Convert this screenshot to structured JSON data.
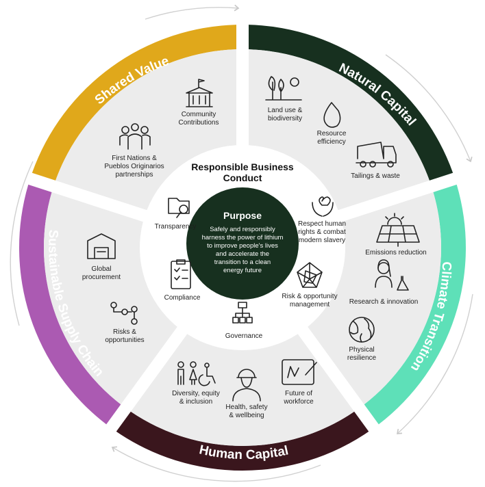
{
  "center": {
    "title": "Purpose",
    "text_lines": [
      "Safely and responsibly",
      "harness the power of lithium",
      "to improve people's lives",
      "and accelerate the",
      "transition to a clean",
      "energy future"
    ]
  },
  "inner_ring": {
    "title_lines": [
      "Responsible Business",
      "Conduct"
    ],
    "items": [
      {
        "label_lines": [
          "Transparency"
        ],
        "icon": "folder-search-icon"
      },
      {
        "label_lines": [
          "Respect human",
          "rights & combat",
          "modern slavery"
        ],
        "icon": "hands-heart-icon"
      },
      {
        "label_lines": [
          "Compliance"
        ],
        "icon": "checklist-icon"
      },
      {
        "label_lines": [
          "Risk & opportunity",
          "management"
        ],
        "icon": "radar-chart-icon"
      },
      {
        "label_lines": [
          "Governance"
        ],
        "icon": "org-chart-icon"
      }
    ]
  },
  "segments": [
    {
      "title": "Shared Value",
      "color": "#e0a81b",
      "text_color": "#ffffff",
      "items": [
        {
          "label_lines": [
            "Community",
            "Contributions"
          ],
          "icon": "building-flag-icon"
        },
        {
          "label_lines": [
            "First Nations &",
            "Pueblos Originarios",
            "partnerships"
          ],
          "icon": "people-group-icon"
        }
      ]
    },
    {
      "title": "Natural Capital",
      "color": "#17301f",
      "text_color": "#ffffff",
      "items": [
        {
          "label_lines": [
            "Land use &",
            "biodiversity"
          ],
          "icon": "trees-icon"
        },
        {
          "label_lines": [
            "Resource",
            "efficiency"
          ],
          "icon": "water-drop-icon"
        },
        {
          "label_lines": [
            "Tailings & waste"
          ],
          "icon": "dump-truck-icon"
        }
      ]
    },
    {
      "title": "Climate Transition",
      "color": "#5ee0b8",
      "text_color": "#ffffff",
      "items": [
        {
          "label_lines": [
            "Emissions reduction"
          ],
          "icon": "solar-panel-icon"
        },
        {
          "label_lines": [
            "Research & innovation"
          ],
          "icon": "scientist-icon"
        },
        {
          "label_lines": [
            "Physical",
            "resilience"
          ],
          "icon": "globe-icon"
        }
      ]
    },
    {
      "title": "Human Capital",
      "color": "#3a161d",
      "text_color": "#ffffff",
      "items": [
        {
          "label_lines": [
            "Diversity, equity",
            "& inclusion"
          ],
          "icon": "diverse-people-icon"
        },
        {
          "label_lines": [
            "Health, safety",
            "& wellbeing"
          ],
          "icon": "worker-helmet-icon"
        },
        {
          "label_lines": [
            "Future of",
            "workforce"
          ],
          "icon": "tablet-pen-icon"
        }
      ]
    },
    {
      "title": "Sustainable Supply Chain",
      "color": "#ab5ab2",
      "text_color": "#ffffff",
      "items": [
        {
          "label_lines": [
            "Global",
            "procurement"
          ],
          "icon": "warehouse-icon"
        },
        {
          "label_lines": [
            "Risks &",
            "opportunities"
          ],
          "icon": "path-nodes-icon"
        }
      ]
    }
  ]
}
